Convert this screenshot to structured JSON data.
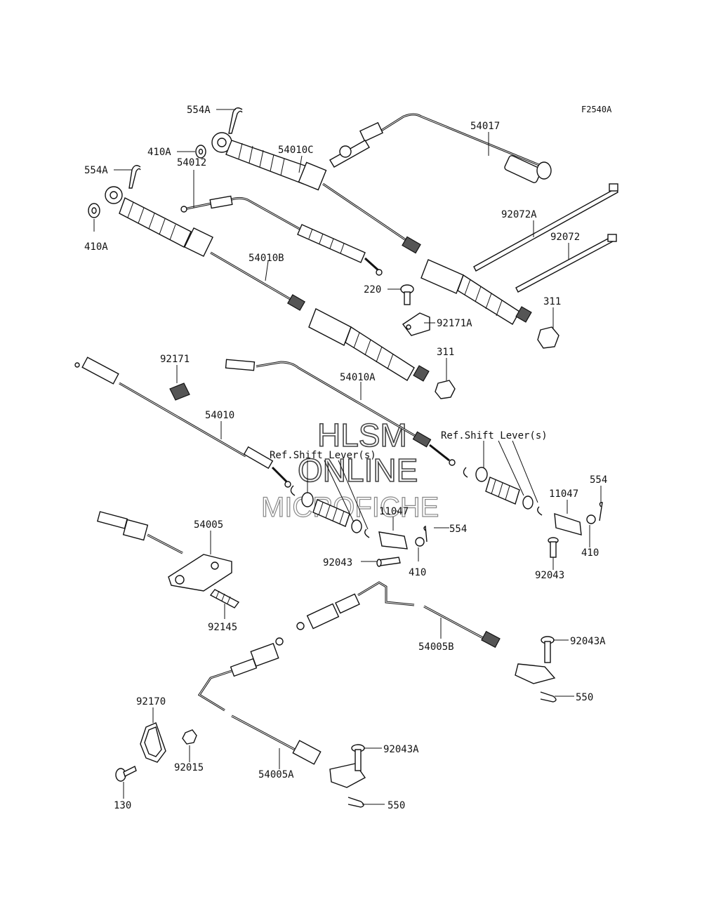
{
  "figure_code": "F2540A",
  "watermark": {
    "line1": "HLSM",
    "line2": "ONLINE",
    "line3": "MICROFICHE"
  },
  "labels": {
    "p554A_top": "554A",
    "p410A_top": "410A",
    "p554A_mid": "554A",
    "p410A_left": "410A",
    "p54012": "54012",
    "p54010C": "54010C",
    "p54017": "54017",
    "p92072A": "92072A",
    "p92072": "92072",
    "p54010B": "54010B",
    "p220": "220",
    "p92171A": "92171A",
    "p311_top": "311",
    "p311_mid": "311",
    "p92171": "92171",
    "p54010A": "54010A",
    "p54010": "54010",
    "ref_shift_right": "Ref.Shift Lever(s)",
    "ref_shift_left": "Ref.Shift Lever(s)",
    "p554_right": "554",
    "p11047_right": "11047",
    "p11047_left": "11047",
    "p554_mid": "554",
    "p410_mid": "410",
    "p410_right": "410",
    "p92043_left": "92043",
    "p92043_right": "92043",
    "p54005": "54005",
    "p92145": "92145",
    "p54005B": "54005B",
    "p92043A_top": "92043A",
    "p550_top": "550",
    "p92170": "92170",
    "p92015": "92015",
    "p130": "130",
    "p54005A": "54005A",
    "p92043A_bot": "92043A",
    "p550_bot": "550"
  }
}
